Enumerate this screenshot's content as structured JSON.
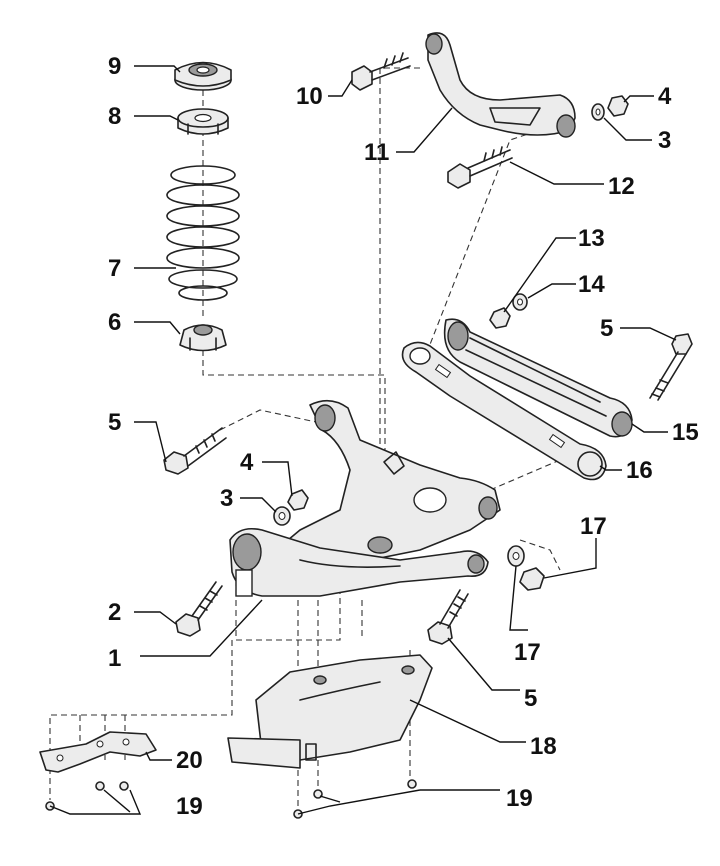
{
  "callouts": {
    "c1": "1",
    "c2": "2",
    "c3a": "3",
    "c3b": "3",
    "c4a": "4",
    "c4b": "4",
    "c5a": "5",
    "c5b": "5",
    "c5c": "5",
    "c6": "6",
    "c7": "7",
    "c8": "8",
    "c9": "9",
    "c10": "10",
    "c11": "11",
    "c12": "12",
    "c13": "13",
    "c14": "14",
    "c15": "15",
    "c16": "16",
    "c17a": "17",
    "c17b": "17",
    "c18": "18",
    "c19a": "19",
    "c19b": "19",
    "c20": "20"
  }
}
